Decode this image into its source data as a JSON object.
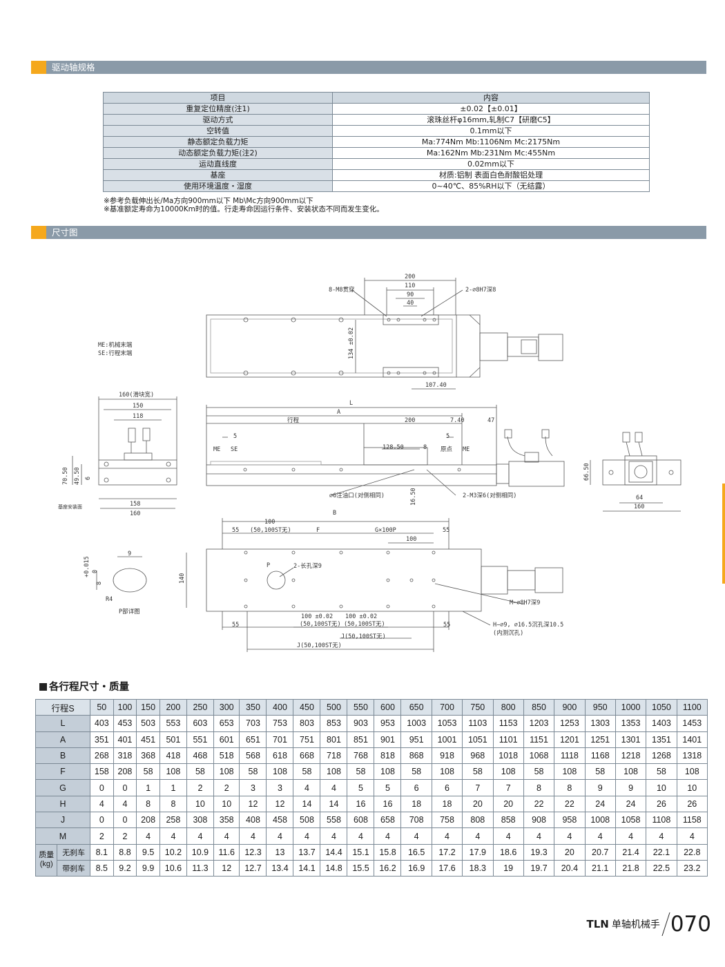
{
  "sections": {
    "spec_title": "驱动轴规格",
    "drawing_title": "尺寸图"
  },
  "spec_table": {
    "header": [
      "项目",
      "内容"
    ],
    "rows": [
      [
        "重复定位精度(注1)",
        "±0.02【±0.01】"
      ],
      [
        "驱动方式",
        "滚珠丝杆φ16mm,轧制C7【研磨C5】"
      ],
      [
        "空转值",
        "0.1mm以下"
      ],
      [
        "静态额定负载力矩",
        "Ma:774Nm Mb:1106Nm Mc:2175Nm"
      ],
      [
        "动态额定负载力矩(注2)",
        "Ma:162Nm Mb:231Nm Mc:455Nm"
      ],
      [
        "运动直线度",
        "0.02mm以下"
      ],
      [
        "基座",
        "材质:铝制 表面白色耐酸铝处理"
      ],
      [
        "使用环境温度・湿度",
        "0~40℃、85%RH以下（无结露）"
      ]
    ]
  },
  "notes": [
    "※参考负载伸出长/Ma方向900mm以下   Mb\\Mc方向900mm以下",
    "※基准额定寿命为10000Km时的值。行走寿命因运行条件、安装状态不同而发生变化。"
  ],
  "drawing_labels": {
    "d200": "200",
    "d110": "110",
    "d90": "90",
    "d40": "40",
    "m8": "8-M8贯穿",
    "h7": "2-∅8H7深8",
    "me_note": "ME:机械末端",
    "se_note": "SE:行程末端",
    "d134": "134 ±0.02",
    "d10740": "107.40",
    "d160w": "160(滑块宽)",
    "d150": "150",
    "d118": "118",
    "d7050": "70.50",
    "d4950": "49.50",
    "d6": "6",
    "d158": "158",
    "d160": "160",
    "base_face": "基座安装面",
    "L": "L",
    "A": "A",
    "stroke": "行程",
    "d200b": "200",
    "d740": "7.40",
    "d47": "47",
    "d5a": "5",
    "d5b": "5",
    "ME": "ME",
    "SE": "SE",
    "d12850": "128.50",
    "d8": "8",
    "origin": "原点",
    "ME2": "ME",
    "oil": "∅6注油口(对侧相同)",
    "d1650": "16.50",
    "m3": "2-M3深6(对侧相同)",
    "d6650": "66.50",
    "d64": "64",
    "d160c": "160",
    "B": "B",
    "d100a": "100",
    "st50a": "(50,100ST无)",
    "d55a": "55",
    "F": "F",
    "G100P": "G×100P",
    "d55b": "55",
    "d100b": "100",
    "d140": "140",
    "P": "P",
    "slot": "2-长孔深9",
    "d100c": "100 ±0.02",
    "st50b": "(50,100ST无)",
    "d100d": "100 ±0.02",
    "st50c": "(50,100ST无)",
    "J50": "J(50,100ST无)",
    "J50b": "J(50,100ST无)",
    "d55c": "55",
    "d55d": "55",
    "mh7": "M−∅8H7深9",
    "hole": "H−∅9, ∅16.5沉孔深10.5",
    "hole2": "(内测沉孔)",
    "d9": "9",
    "tol": "+0.015",
    "tol0": "0",
    "d8b": "8",
    "R4": "R4",
    "pdetail": "P部详图"
  },
  "size_table": {
    "title": "各行程尺寸・质量",
    "stroke_label": "行程S",
    "strokes": [
      "50",
      "100",
      "150",
      "200",
      "250",
      "300",
      "350",
      "400",
      "450",
      "500",
      "550",
      "600",
      "650",
      "700",
      "750",
      "800",
      "850",
      "900",
      "950",
      "1000",
      "1050",
      "1100"
    ],
    "rows": [
      {
        "label": "L",
        "values": [
          "403",
          "453",
          "503",
          "553",
          "603",
          "653",
          "703",
          "753",
          "803",
          "853",
          "903",
          "953",
          "1003",
          "1053",
          "1103",
          "1153",
          "1203",
          "1253",
          "1303",
          "1353",
          "1403",
          "1453"
        ]
      },
      {
        "label": "A",
        "values": [
          "351",
          "401",
          "451",
          "501",
          "551",
          "601",
          "651",
          "701",
          "751",
          "801",
          "851",
          "901",
          "951",
          "1001",
          "1051",
          "1101",
          "1151",
          "1201",
          "1251",
          "1301",
          "1351",
          "1401"
        ]
      },
      {
        "label": "B",
        "values": [
          "268",
          "318",
          "368",
          "418",
          "468",
          "518",
          "568",
          "618",
          "668",
          "718",
          "768",
          "818",
          "868",
          "918",
          "968",
          "1018",
          "1068",
          "1118",
          "1168",
          "1218",
          "1268",
          "1318"
        ]
      },
      {
        "label": "F",
        "values": [
          "158",
          "208",
          "58",
          "108",
          "58",
          "108",
          "58",
          "108",
          "58",
          "108",
          "58",
          "108",
          "58",
          "108",
          "58",
          "108",
          "58",
          "108",
          "58",
          "108",
          "58",
          "108"
        ]
      },
      {
        "label": "G",
        "values": [
          "0",
          "0",
          "1",
          "1",
          "2",
          "2",
          "3",
          "3",
          "4",
          "4",
          "5",
          "5",
          "6",
          "6",
          "7",
          "7",
          "8",
          "8",
          "9",
          "9",
          "10",
          "10"
        ]
      },
      {
        "label": "H",
        "values": [
          "4",
          "4",
          "8",
          "8",
          "10",
          "10",
          "12",
          "12",
          "14",
          "14",
          "16",
          "16",
          "18",
          "18",
          "20",
          "20",
          "22",
          "22",
          "24",
          "24",
          "26",
          "26"
        ]
      },
      {
        "label": "J",
        "values": [
          "0",
          "0",
          "208",
          "258",
          "308",
          "358",
          "408",
          "458",
          "508",
          "558",
          "608",
          "658",
          "708",
          "758",
          "808",
          "858",
          "908",
          "958",
          "1008",
          "1058",
          "1108",
          "1158"
        ]
      },
      {
        "label": "M",
        "values": [
          "2",
          "2",
          "4",
          "4",
          "4",
          "4",
          "4",
          "4",
          "4",
          "4",
          "4",
          "4",
          "4",
          "4",
          "4",
          "4",
          "4",
          "4",
          "4",
          "4",
          "4",
          "4"
        ]
      }
    ],
    "mass_label": "质量\n(kg)",
    "mass_rows": [
      {
        "label": "无刹车",
        "values": [
          "8.1",
          "8.8",
          "9.5",
          "10.2",
          "10.9",
          "11.6",
          "12.3",
          "13",
          "13.7",
          "14.4",
          "15.1",
          "15.8",
          "16.5",
          "17.2",
          "17.9",
          "18.6",
          "19.3",
          "20",
          "20.7",
          "21.4",
          "22.1",
          "22.8"
        ]
      },
      {
        "label": "带刹车",
        "values": [
          "8.5",
          "9.2",
          "9.9",
          "10.6",
          "11.3",
          "12",
          "12.7",
          "13.4",
          "14.1",
          "14.8",
          "15.5",
          "16.2",
          "16.9",
          "17.6",
          "18.3",
          "19",
          "19.7",
          "20.4",
          "21.1",
          "21.8",
          "22.5",
          "23.2"
        ]
      }
    ]
  },
  "footer": {
    "brand": "TLN",
    "title": "单轴机械手",
    "page": "070"
  }
}
